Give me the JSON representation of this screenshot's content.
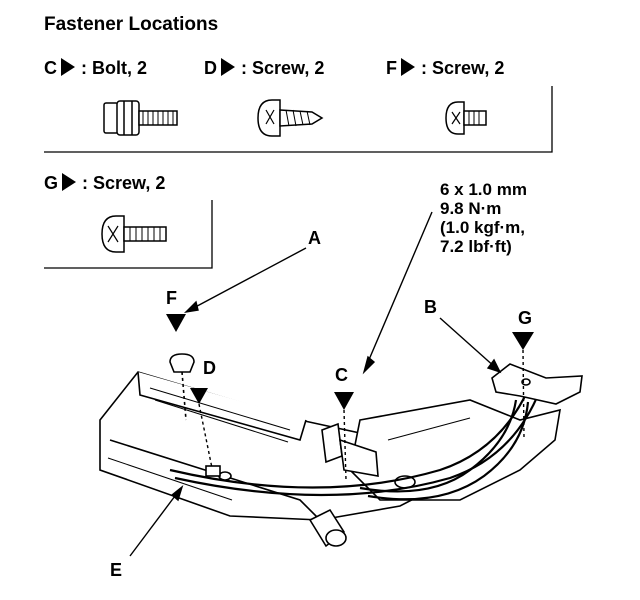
{
  "title": "Fastener Locations",
  "legend": [
    {
      "letter": "C",
      "desc": ": Bolt, 2"
    },
    {
      "letter": "D",
      "desc": ": Screw, 2"
    },
    {
      "letter": "F",
      "desc": ": Screw, 2"
    },
    {
      "letter": "G",
      "desc": ": Screw, 2"
    }
  ],
  "spec": [
    "6 x 1.0 mm",
    "9.8 N·m",
    "(1.0 kgf·m,",
    "7.2 lbf·ft)"
  ],
  "callouts": {
    "A": "A",
    "B": "B",
    "C": "C",
    "D": "D",
    "E": "E",
    "F": "F",
    "G": "G"
  }
}
